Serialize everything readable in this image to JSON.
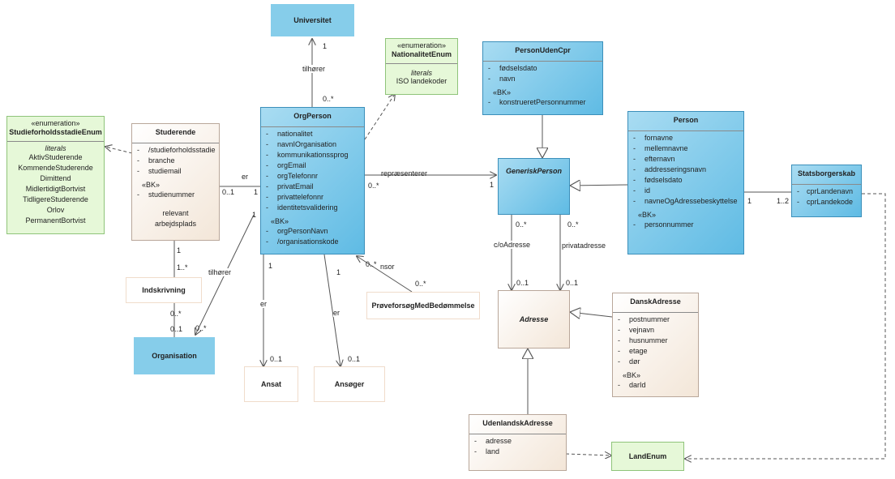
{
  "classes": {
    "universitet": {
      "title": "Universitet"
    },
    "nationalitet_enum": {
      "stereotype": "«enumeration»",
      "title": "NationalitetEnum",
      "literals_label": "literals",
      "literals": [
        "ISO landekoder"
      ]
    },
    "person_uden_cpr": {
      "title": "PersonUdenCpr",
      "attrs": [
        "fødselsdato",
        "navn"
      ],
      "bk_label": "«BK»",
      "bk_attrs": [
        "konstrueretPersonnummer"
      ]
    },
    "studieforhold_enum": {
      "stereotype": "«enumeration»",
      "title": "StudieforholdsstadieEnum",
      "literals_label": "literals",
      "literals": [
        "AktivStuderende",
        "KommendeStuderende",
        "Dimittend",
        "MidlertidigtBortvist",
        "TidligereStuderende",
        "Orlov",
        "PermanentBortvist"
      ]
    },
    "studerende": {
      "title": "Studerende",
      "attrs": [
        "/studieforholdsstadie",
        "branche",
        "studiemail"
      ],
      "bk_label": "«BK»",
      "bk_attrs": [
        "studienummer"
      ],
      "extra": [
        "relevant",
        "arbejdsplads"
      ]
    },
    "org_person": {
      "title": "OrgPerson",
      "attrs": [
        "nationalitet",
        "navnIOrganisation",
        "kommunikationssprog",
        "orgEmail",
        "orgTelefonnr",
        "privatEmail",
        "privattelefonnr",
        "identitetsvalidering"
      ],
      "bk_label": "«BK»",
      "bk_attrs": [
        "orgPersonNavn",
        "/organisationskode"
      ]
    },
    "generisk_person": {
      "title": "GeneriskPerson"
    },
    "person": {
      "title": "Person",
      "attrs": [
        "fornavne",
        "mellemnavne",
        "efternavn",
        "addresseringsnavn",
        "fødselsdato",
        "id",
        "navneOgAdressebeskyttelse"
      ],
      "bk_label": "«BK»",
      "bk_attrs": [
        "personnummer"
      ]
    },
    "statsborgerskab": {
      "title": "Statsborgerskab",
      "attrs": [
        "cprLandenavn",
        "cprLandekode"
      ]
    },
    "indskrivning": {
      "title": "Indskrivning"
    },
    "organisation": {
      "title": "Organisation"
    },
    "proevefoersoeg": {
      "title": "PrøveforsøgMedBedømmelse"
    },
    "adresse": {
      "title": "Adresse"
    },
    "dansk_adresse": {
      "title": "DanskAdresse",
      "attrs": [
        "postnummer",
        "vejnavn",
        "husnummer",
        "etage",
        "dør"
      ],
      "bk_label": "«BK»",
      "bk_attrs": [
        "darId"
      ]
    },
    "ansat": {
      "title": "Ansat"
    },
    "ansoeger": {
      "title": "Ansøger"
    },
    "udenlandsk_adresse": {
      "title": "UdenlandskAdresse",
      "attrs": [
        "adresse",
        "land"
      ]
    },
    "land_enum": {
      "title": "LandEnum"
    }
  },
  "labels": {
    "uni_1": "1",
    "tilhoerer_top": "tilhører",
    "uni_0n": "0..*",
    "er_stud": "er",
    "stud_01": "0..1",
    "org_1_left": "1",
    "repraesenterer": "repræsenterer",
    "rep_0n": "0..*",
    "rep_1": "1",
    "c_o_adresse": "c/oAdresse",
    "co_0n": "0..*",
    "co_01": "0..1",
    "privatadresse": "privatadresse",
    "pa_0n": "0..*",
    "pa_01": "0..1",
    "stat_1": "1",
    "stat_12": "1..2",
    "stud_1": "1",
    "ind_1n": "1..*",
    "ind_0n": "0..*",
    "ind_01": "0..1",
    "tilhoerer_left": "tilhører",
    "org_1_low": "1",
    "org_0n_low": "0..*",
    "er_ansat": "er",
    "ansat_1": "1",
    "ansat_01": "0..1",
    "er_ansoeger": "er",
    "ansoeger_1": "1",
    "ansoeger_01": "0..1",
    "nsor": "nsor",
    "nsor_0n_a": "0..*",
    "nsor_0n_b": "0..*"
  }
}
